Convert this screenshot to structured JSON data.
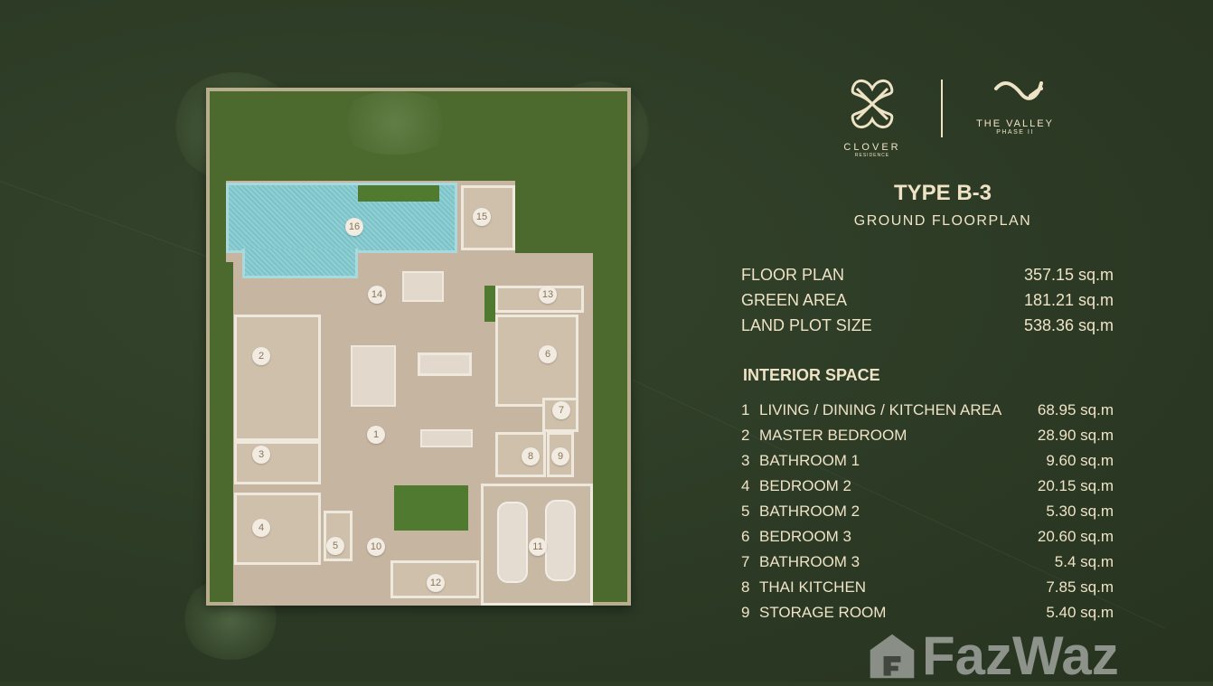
{
  "brand": {
    "clover_name": "CLOVER",
    "clover_sub": "RESIDENCE",
    "valley_name": "THE VALLEY",
    "valley_sub": "PHASE II"
  },
  "title": "TYPE B-3",
  "subtitle": "GROUND FLOORPLAN",
  "summary": [
    {
      "label": "FLOOR PLAN",
      "value": "357.15 sq.m"
    },
    {
      "label": "GREEN AREA",
      "value": "181.21 sq.m"
    },
    {
      "label": "LAND PLOT SIZE",
      "value": "538.36 sq.m"
    }
  ],
  "interior_heading": "INTERIOR SPACE",
  "rooms": [
    {
      "num": "1",
      "label": "LIVING / DINING / KITCHEN AREA",
      "value": "68.95 sq.m"
    },
    {
      "num": "2",
      "label": "MASTER BEDROOM",
      "value": "28.90 sq.m"
    },
    {
      "num": "3",
      "label": "BATHROOM 1",
      "value": "9.60 sq.m"
    },
    {
      "num": "4",
      "label": "BEDROOM 2",
      "value": "20.15 sq.m"
    },
    {
      "num": "5",
      "label": "BATHROOM 2",
      "value": "5.30 sq.m"
    },
    {
      "num": "6",
      "label": "BEDROOM 3",
      "value": "20.60 sq.m"
    },
    {
      "num": "7",
      "label": "BATHROOM 3",
      "value": "5.4 sq.m"
    },
    {
      "num": "8",
      "label": "THAI KITCHEN",
      "value": "7.85 sq.m"
    },
    {
      "num": "9",
      "label": "STORAGE ROOM",
      "value": "5.40 sq.m"
    }
  ],
  "plan_markers": [
    "1",
    "2",
    "3",
    "4",
    "5",
    "6",
    "7",
    "8",
    "9",
    "10",
    "11",
    "12",
    "13",
    "14",
    "15",
    "16"
  ],
  "watermark": "FazWaz",
  "colors": {
    "background": "#2f3d27",
    "text": "#efe3c6",
    "lawn": "#4d6a2e",
    "floor": "#c6b6a1",
    "pool": "#8fd0d3"
  }
}
